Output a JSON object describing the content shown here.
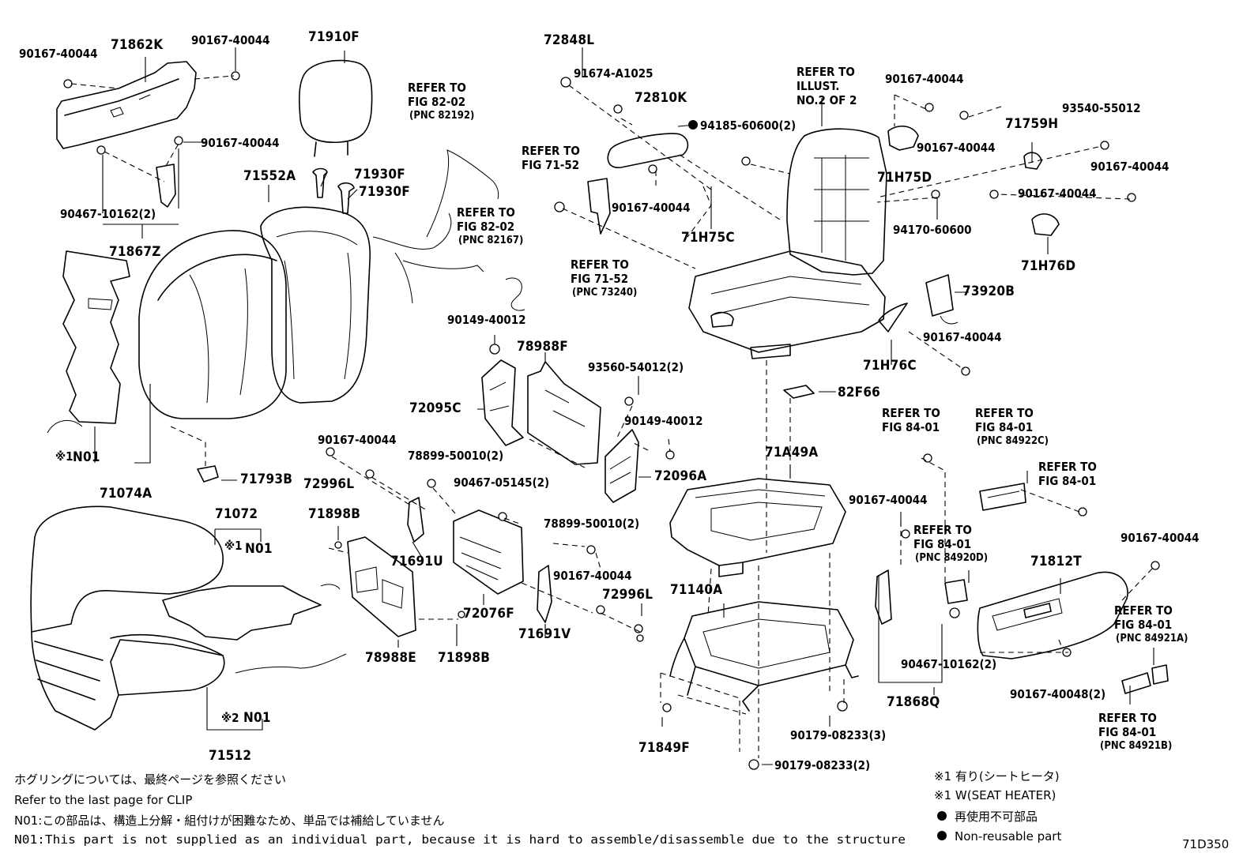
{
  "diagram_code": "71D350",
  "part_numbers": {
    "p90167_40044_a": "90167-40044",
    "p71862K": "71862K",
    "p90167_40044_b": "90167-40044",
    "p71910F": "71910F",
    "p72848L": "72848L",
    "p91674_A1025": "91674-A1025",
    "p72810K": "72810K",
    "p94185_60600": "94185-60600(2)",
    "p90167_40044_c": "90167-40044",
    "p90167_40044_d": "90167-40044",
    "p93540_55012": "93540-55012",
    "p71759H": "71759H",
    "p90167_40044_e": "90167-40044",
    "p90167_40044_f": "90167-40044",
    "p71H75D": "71H75D",
    "p90167_40044_g": "90167-40044",
    "p94170_60600": "94170-60600",
    "p71H76D": "71H76D",
    "p71930F_a": "71930F",
    "p71930F_b": "71930F",
    "p71552A": "71552A",
    "p90467_10162_a": "90467-10162(2)",
    "p71867Z": "71867Z",
    "p90167_40044_h": "90167-40044",
    "p71H75C": "71H75C",
    "p73920B": "73920B",
    "p90167_40044_i": "90167-40044",
    "p71H76C": "71H76C",
    "p82F66": "82F66",
    "p90149_40012_a": "90149-40012",
    "p78988F": "78988F",
    "p93560_54012": "93560-54012(2)",
    "p72095C": "72095C",
    "p90149_40012_b": "90149-40012",
    "p72096A": "72096A",
    "pN01_a": "N01",
    "p71074A": "71074A",
    "p71793B": "71793B",
    "p90167_40044_j": "90167-40044",
    "p78899_50010_a": "78899-50010(2)",
    "p72996L_a": "72996L",
    "p90467_05145": "90467-05145(2)",
    "p71A49A": "71A49A",
    "p71072": "71072",
    "pN01_b": "N01",
    "p71898B_a": "71898B",
    "p71691U": "71691U",
    "p78899_50010_b": "78899-50010(2)",
    "p90167_40044_k": "90167-40044",
    "p72996L_b": "72996L",
    "p71140A": "71140A",
    "p72076F": "72076F",
    "p71691V": "71691V",
    "p78988E": "78988E",
    "p71898B_b": "71898B",
    "pN01_c": "N01",
    "p71512": "71512",
    "p71849F": "71849F",
    "p90179_08233_3": "90179-08233(3)",
    "p90179_08233_2": "90179-08233(2)",
    "p90167_40044_l": "90167-40044",
    "p90167_40044_m": "90167-40044",
    "p71812T": "71812T",
    "p90467_10162_b": "90467-10162(2)",
    "p90167_40048": "90167-40048(2)",
    "p71868Q": "71868Q"
  },
  "markers": {
    "star1_a": "※1",
    "star1_b": "※1",
    "star2": "※2"
  },
  "references": {
    "r1": [
      "REFER TO",
      "FIG 82-02",
      "(PNC 82192)"
    ],
    "r2": [
      "REFER TO",
      "FIG 71-52"
    ],
    "r3": [
      "REFER TO",
      "FIG 82-02",
      "(PNC 82167)"
    ],
    "r4": [
      "REFER TO",
      "FIG 71-52",
      "(PNC 73240)"
    ],
    "r5": [
      "REFER TO",
      "ILLUST.",
      "NO.2 OF 2"
    ],
    "r6": [
      "REFER TO",
      "FIG 84-01"
    ],
    "r7": [
      "REFER TO",
      "FIG 84-01",
      "(PNC 84922C)"
    ],
    "r8": [
      "REFER TO",
      "FIG 84-01"
    ],
    "r9": [
      "REFER TO",
      "FIG 84-01",
      "(PNC 84920D)"
    ],
    "r10": [
      "REFER TO",
      "FIG 84-01",
      "(PNC 84921A)"
    ],
    "r11": [
      "REFER TO",
      "FIG 84-01",
      "(PNC 84921B)"
    ]
  },
  "notes": {
    "clip_jp": "ホグリングについては、最終ページを参照ください",
    "clip_en": "Refer to the last page for CLIP",
    "n01_jp": "N01:この部品は、構造上分解・組付けが困難なため、単品では補給していません",
    "n01_en": "N01:This part is not supplied as an individual part, because it is hard to assemble/disassemble due to the structure",
    "legend_star1_jp": "※1 有り(シートヒータ)",
    "legend_star1_en": "※1 W(SEAT HEATER)",
    "legend_nonreuse_jp": "再使用不可部品",
    "legend_nonreuse_en": "Non-reusable part"
  }
}
